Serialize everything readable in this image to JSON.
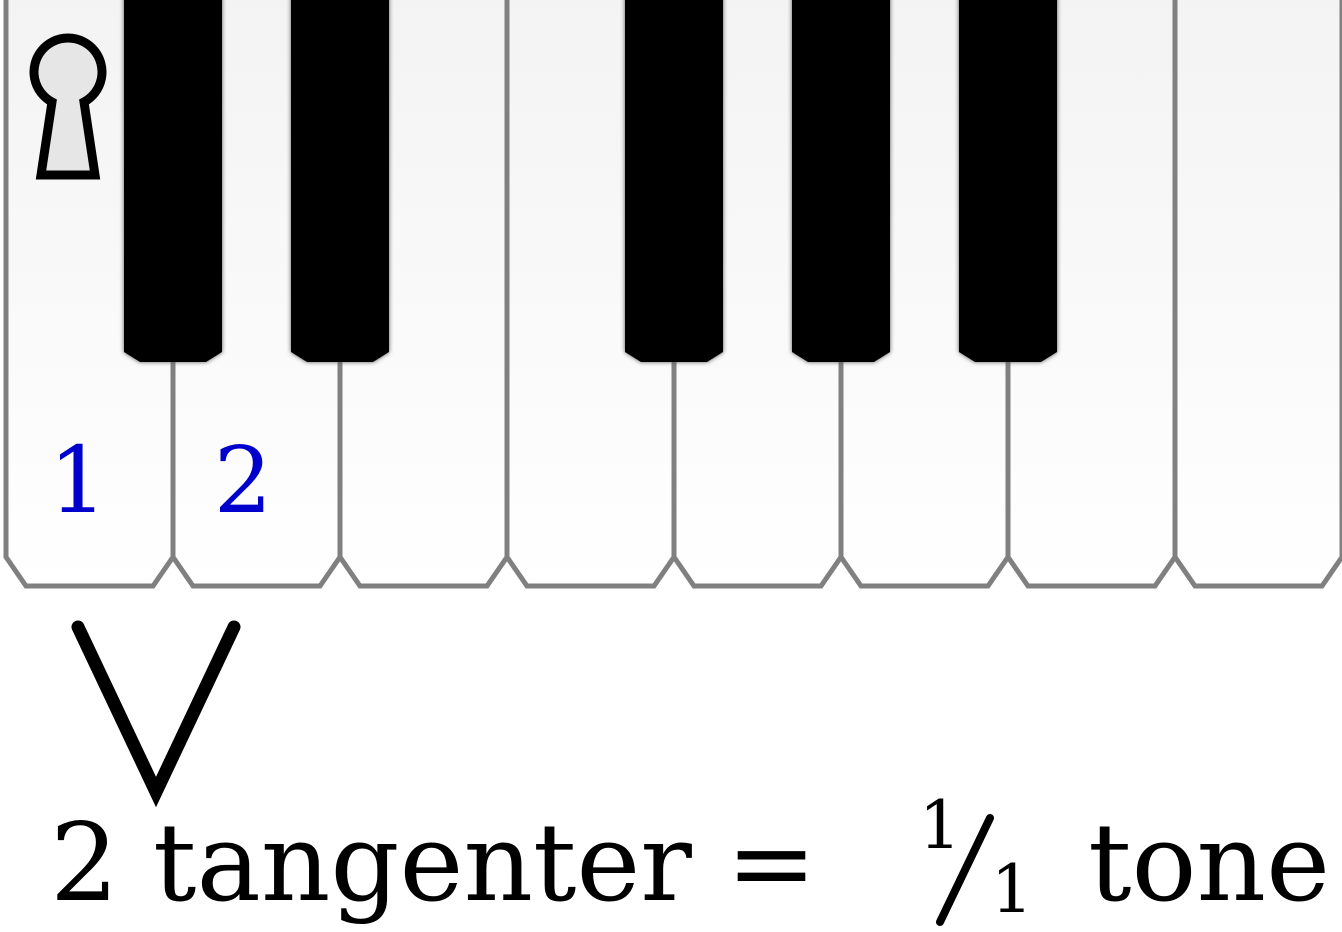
{
  "keyboard": {
    "white_key_count": 8,
    "black_keys_after_white_index": [
      0,
      1,
      3,
      4,
      5
    ],
    "key_labels": [
      {
        "key_index": 0,
        "text": "1"
      },
      {
        "key_index": 1,
        "text": "2"
      }
    ],
    "colors": {
      "white_key_top": "#f3f3f3",
      "white_key_bottom": "#ffffff",
      "key_outline": "#808080",
      "black_key": "#000000",
      "label": "#0000cc"
    }
  },
  "start_marker_icon": "keyhole-icon",
  "grouping_mark_icon": "v-bracket-icon",
  "formula": {
    "lhs": "2 tangenter =",
    "fraction_numerator": "1",
    "fraction_denominator": "1",
    "rhs": "tone"
  }
}
